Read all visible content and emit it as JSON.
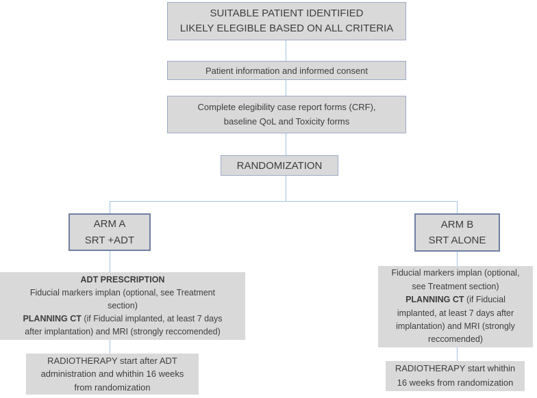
{
  "colors": {
    "box_fill": "#d9d9d9",
    "box_border_light": "#9ca9c4",
    "arm_box_border": "#6e7fa3",
    "connector": "#9dc3e6",
    "text": "#3d3d3d"
  },
  "flowchart": {
    "suitable_patient": {
      "line1": "SUITABLE PATIENT IDENTIFIED",
      "line2": "LIKELY ELEGIBLE BASED ON ALL CRITERIA"
    },
    "consent": {
      "label": "Patient information and informed consent"
    },
    "crf": {
      "line1": "Complete elegibility  case report forms (CRF),",
      "line2": "baseline QoL and Toxicity forms"
    },
    "randomization": {
      "label": "RANDOMIZATION"
    },
    "arm_a": {
      "line1": "ARM A",
      "line2": "SRT +ADT"
    },
    "arm_b": {
      "line1": "ARM B",
      "line2": "SRT ALONE"
    },
    "arm_a_detail": {
      "segments": [
        {
          "text": "ADT PRESCRIPTION",
          "bold": true,
          "br": true
        },
        {
          "text": "Fiducial markers implan (optional, see Treatment",
          "br": true
        },
        {
          "text": "section)",
          "br": true
        },
        {
          "text": "PLANNING CT ",
          "bold": true
        },
        {
          "text": "(if Fiducial implanted, at least 7 days",
          "br": true
        },
        {
          "text": "after implantation) and MRI (strongly reccomended)"
        }
      ]
    },
    "arm_b_detail": {
      "segments": [
        {
          "text": "Fiducial markers implan (optional,",
          "br": true
        },
        {
          "text": "see Treatment section)",
          "br": true
        },
        {
          "text": "PLANNING CT ",
          "bold": true
        },
        {
          "text": "(if Fiducial",
          "br": true
        },
        {
          "text": "implanted, at least 7 days after",
          "br": true
        },
        {
          "text": "implantation) and MRI (strongly",
          "br": true
        },
        {
          "text": "reccomended)"
        }
      ]
    },
    "radiotherapy_a": {
      "line1": "RADIOTHERAPY  start after ADT",
      "line2": "administration and whithin 16 weeks",
      "line3": "from randomization"
    },
    "radiotherapy_b": {
      "line1": "RADIOTHERAPY  start whithin",
      "line2": "16 weeks from randomization"
    }
  }
}
